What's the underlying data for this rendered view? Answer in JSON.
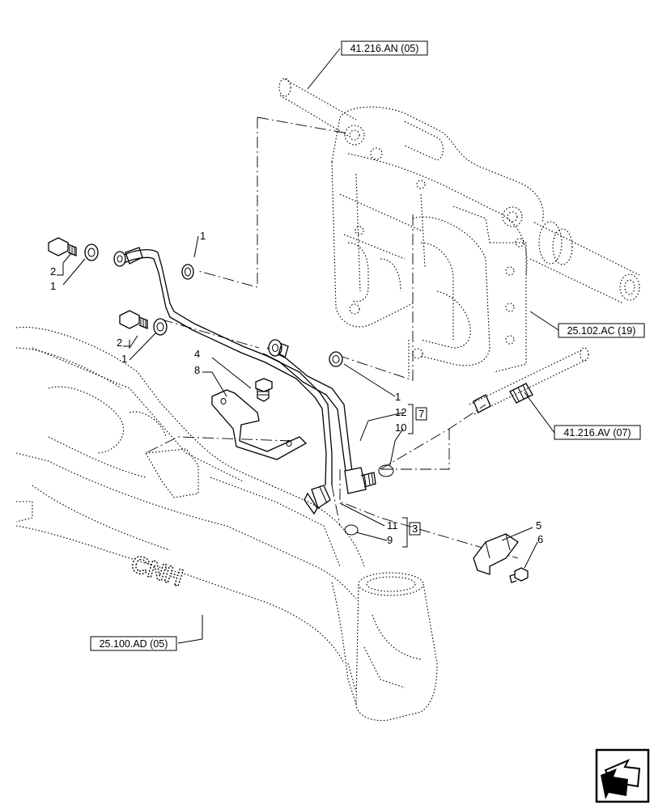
{
  "references": {
    "top": "41.216.AN (05)",
    "right_mid": "25.102.AC (19)",
    "right_lower": "41.216.AV (07)",
    "bottom_left": "25.100.AD (05)"
  },
  "brand_text": "CNH",
  "callouts": {
    "c1_a": "1",
    "c1_b": "1",
    "c1_c": "1",
    "c1_d": "1",
    "c2_a": "2",
    "c2_b": "2",
    "c3": "3",
    "c4": "4",
    "c5": "5",
    "c6": "6",
    "c7": "7",
    "c8": "8",
    "c9": "9",
    "c10": "10",
    "c11": "11",
    "c12": "12"
  },
  "icons": {
    "nav": "next-page-arrow-icon"
  }
}
